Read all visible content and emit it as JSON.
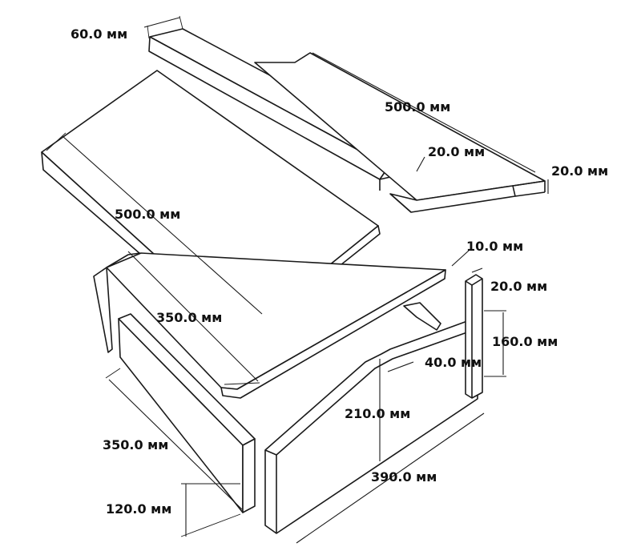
{
  "dimensions": {
    "top_board_width": "60.0 мм",
    "top_board_length": "500.0 мм",
    "top_board_thickness": "20.0 мм",
    "ridge_thickness": "20.0 мм",
    "roof_length": "500.0 мм",
    "roof_thickness": "10.0 мм",
    "base_width": "350.0 мм",
    "side_thickness": "20.0 мм",
    "side_height": "160.0 мм",
    "notch_width": "40.0 мм",
    "gable_height": "210.0 мм",
    "gable_length": "390.0 мм",
    "front_width": "350.0 мм",
    "front_height": "120.0 мм"
  },
  "colors": {
    "line": "#1a1a1a",
    "background": "#ffffff"
  }
}
